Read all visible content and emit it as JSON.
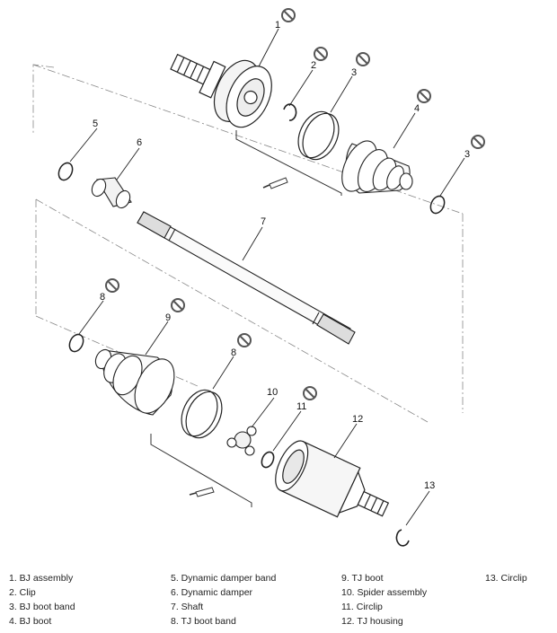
{
  "callouts": {
    "c1": "1",
    "c2": "2",
    "c3a": "3",
    "c3b": "3",
    "c4": "4",
    "c5": "5",
    "c6": "6",
    "c7": "7",
    "c8a": "8",
    "c8b": "8",
    "c9": "9",
    "c10": "10",
    "c11": "11",
    "c12": "12",
    "c13": "13"
  },
  "icons": {
    "no_reuse": "prohibition-icon",
    "grease": "grease-tube-icon"
  },
  "legend": {
    "col1": [
      "1. BJ assembly",
      "2. Clip",
      "3. BJ boot band",
      "4. BJ boot"
    ],
    "col2": [
      "5. Dynamic damper band",
      "6. Dynamic damper",
      "7. Shaft",
      "8. TJ boot band"
    ],
    "col3": [
      "9. TJ boot",
      "10. Spider assembly",
      "11. Circlip",
      "12. TJ housing"
    ],
    "col4": [
      "13. Circlip"
    ]
  }
}
